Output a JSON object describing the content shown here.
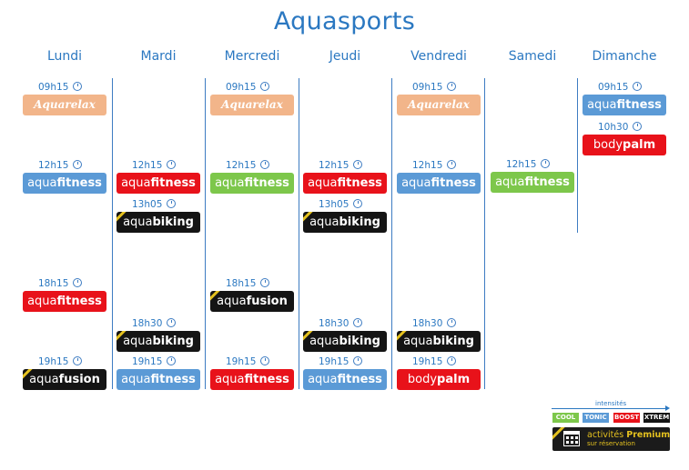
{
  "title": "Aquasports",
  "days": [
    "Lundi",
    "Mardi",
    "Mercredi",
    "Jeudi",
    "Vendredi",
    "Samedi",
    "Dimanche"
  ],
  "colors": {
    "cool": "#7dc74b",
    "tonic": "#5b9ad6",
    "boost": "#e8121a",
    "xtrem": "#141414",
    "relax": "#f2b58a",
    "accent": "#2b78c1"
  },
  "sessions": [
    {
      "day": "Lundi",
      "time": "09h15",
      "pre": "",
      "bold": "Aquarelax",
      "type": "relax"
    },
    {
      "day": "Lundi",
      "time": "12h15",
      "pre": "aqua",
      "bold": "fitness",
      "type": "tonic"
    },
    {
      "day": "Lundi",
      "time": "18h15",
      "pre": "aqua",
      "bold": "fitness",
      "type": "boost"
    },
    {
      "day": "Lundi",
      "time": "19h15",
      "pre": "aqua",
      "bold": "fusion",
      "type": "xtrem"
    },
    {
      "day": "Mardi",
      "time": "12h15",
      "pre": "aqua",
      "bold": "fitness",
      "type": "boost"
    },
    {
      "day": "Mardi",
      "time": "13h05",
      "pre": "aqua",
      "bold": "biking",
      "type": "xtrem"
    },
    {
      "day": "Mardi",
      "time": "18h30",
      "pre": "aqua",
      "bold": "biking",
      "type": "xtrem"
    },
    {
      "day": "Mardi",
      "time": "19h15",
      "pre": "aqua",
      "bold": "fitness",
      "type": "tonic"
    },
    {
      "day": "Mercredi",
      "time": "09h15",
      "pre": "",
      "bold": "Aquarelax",
      "type": "relax"
    },
    {
      "day": "Mercredi",
      "time": "12h15",
      "pre": "aqua",
      "bold": "fitness",
      "type": "cool"
    },
    {
      "day": "Mercredi",
      "time": "18h15",
      "pre": "aqua",
      "bold": "fusion",
      "type": "xtrem"
    },
    {
      "day": "Mercredi",
      "time": "19h15",
      "pre": "aqua",
      "bold": "fitness",
      "type": "boost"
    },
    {
      "day": "Jeudi",
      "time": "12h15",
      "pre": "aqua",
      "bold": "fitness",
      "type": "boost"
    },
    {
      "day": "Jeudi",
      "time": "13h05",
      "pre": "aqua",
      "bold": "biking",
      "type": "xtrem"
    },
    {
      "day": "Jeudi",
      "time": "18h30",
      "pre": "aqua",
      "bold": "biking",
      "type": "xtrem"
    },
    {
      "day": "Jeudi",
      "time": "19h15",
      "pre": "aqua",
      "bold": "fitness",
      "type": "tonic"
    },
    {
      "day": "Vendredi",
      "time": "09h15",
      "pre": "",
      "bold": "Aquarelax",
      "type": "relax"
    },
    {
      "day": "Vendredi",
      "time": "12h15",
      "pre": "aqua",
      "bold": "fitness",
      "type": "tonic"
    },
    {
      "day": "Vendredi",
      "time": "18h30",
      "pre": "aqua",
      "bold": "biking",
      "type": "xtrem"
    },
    {
      "day": "Vendredi",
      "time": "19h15",
      "pre": "body",
      "bold": "palm",
      "type": "boost"
    },
    {
      "day": "Samedi",
      "time": "12h15",
      "pre": "aqua",
      "bold": "fitness",
      "type": "cool"
    },
    {
      "day": "Dimanche",
      "time": "09h15",
      "pre": "aqua",
      "bold": "fitness",
      "type": "tonic"
    },
    {
      "day": "Dimanche",
      "time": "10h30",
      "pre": "body",
      "bold": "palm",
      "type": "boost"
    }
  ],
  "legend": {
    "title": "intensités",
    "levels": [
      {
        "label": "COOL",
        "type": "cool"
      },
      {
        "label": "TONIC",
        "type": "tonic"
      },
      {
        "label": "BOOST",
        "type": "boost"
      },
      {
        "label": "XTREM",
        "type": "xtrem"
      }
    ],
    "premium_prefix": "activités",
    "premium_bold": "Premium",
    "premium_sub": "sur réservation"
  }
}
